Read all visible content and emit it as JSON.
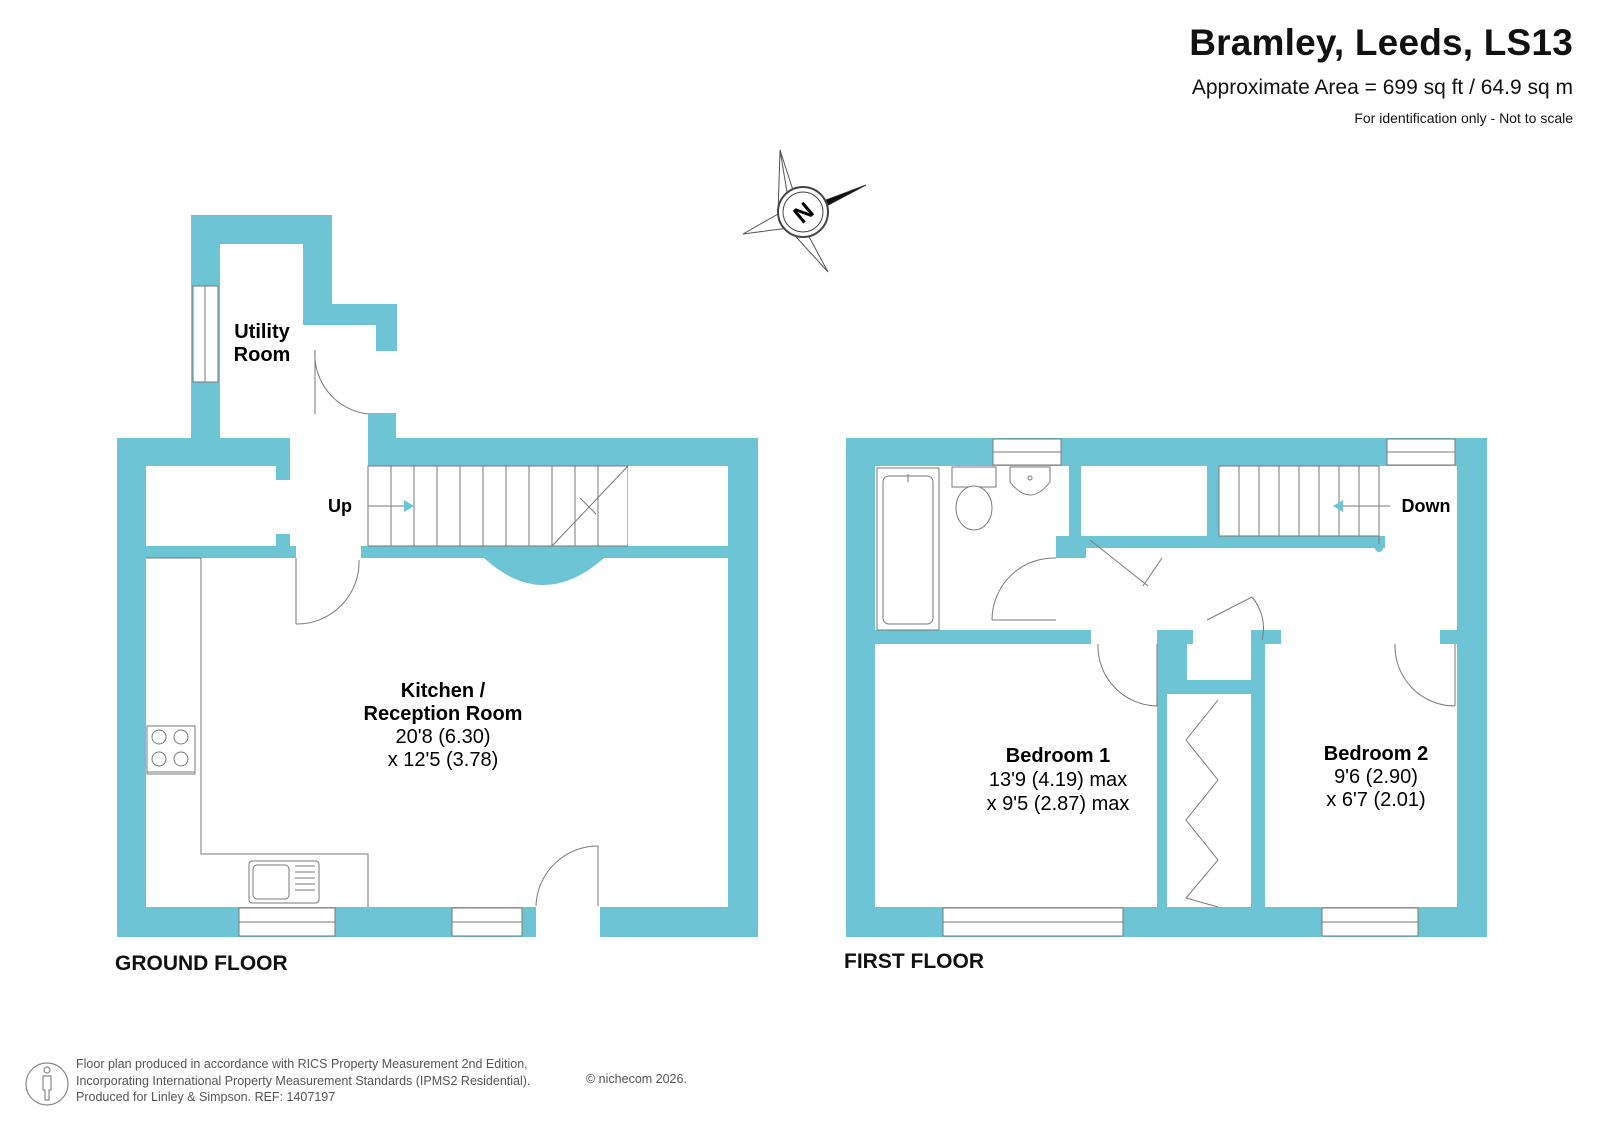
{
  "header": {
    "title": "Bramley, Leeds, LS13",
    "area": "Approximate Area = 699 sq ft / 64.9 sq m",
    "note": "For identification only - Not to scale"
  },
  "compass": {
    "label": "N"
  },
  "ground_floor": {
    "label": "GROUND FLOOR",
    "utility": {
      "line1": "Utility",
      "line2": "Room"
    },
    "stairs_label": "Up",
    "kitchen": {
      "line1": "Kitchen /",
      "line2": "Reception Room",
      "line3": "20'8 (6.30)",
      "line4": "x 12'5 (3.78)"
    }
  },
  "first_floor": {
    "label": "FIRST FLOOR",
    "stairs_label": "Down",
    "bedroom1": {
      "line1": "Bedroom 1",
      "line2": "13'9 (4.19) max",
      "line3": "x 9'5 (2.87) max"
    },
    "bedroom2": {
      "line1": "Bedroom 2",
      "line2": "9'6 (2.90)",
      "line3": "x 6'7 (2.01)"
    }
  },
  "footer": {
    "line1": "Floor plan produced in accordance with RICS Property Measurement 2nd Edition,",
    "line2": "Incorporating International Property Measurement Standards (IPMS2 Residential).",
    "line3": "Produced for Linley & Simpson.   REF:  1407197",
    "copyright": "© nichecom 2026."
  },
  "colors": {
    "wall": "#6cc4d4",
    "line": "#7a7a7a",
    "text": "#111111"
  }
}
